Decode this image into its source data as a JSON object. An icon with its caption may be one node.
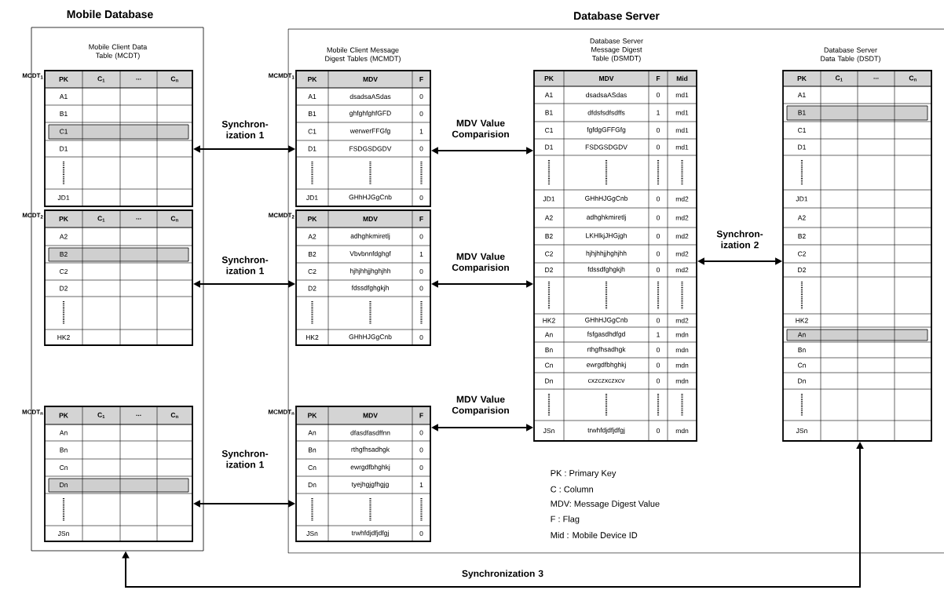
{
  "diagram": {
    "nodes": [
      {
        "text": [
          "Mobile Database"
        ]
      },
      {
        "text": [
          "Mobile Client Data Table (MCDT)",
          "PK",
          "C$_{1}$",
          "...",
          "C$_{n}$",
          "A1",
          "B1",
          "C1",
          "D1",
          "JD1"
        ],
        "beside": [
          "MCDT$_{1}$"
        ],
        "in": 0
      },
      {
        "text": [
          "PK",
          "C$_{1}$",
          "...",
          "C$_{n}$",
          "A2",
          "B2",
          "C2",
          "D2",
          "HK2"
        ],
        "beside": [
          "MCDT$_{2}$"
        ],
        "in": 0
      },
      {
        "text": [
          "PK",
          "C$_{1}$",
          "...",
          "C$_{n}$",
          "An",
          "Bn",
          "Cn",
          "Dn",
          "JSn"
        ],
        "beside": [
          "MCDT$_{n}$"
        ],
        "in": 0
      },
      {
        "text": [
          "Database Server"
        ]
      },
      {
        "text": [
          "Mobile Client Message Digest Tables (MCMDT)",
          "PK",
          "MDV",
          "F",
          "A1",
          "dsadsaASdas",
          "0",
          "B1",
          "ghfghfghfGFD",
          "0",
          "C1",
          "werwerFFGfg",
          "1",
          "D1",
          "FSDGSDGDV",
          "0",
          "JD1",
          "GHhHJGgCnb",
          "0"
        ],
        "beside": [
          "MCMDT$_{1}$"
        ],
        "in": 4
      },
      {
        "text": [
          "PK",
          "MDV",
          "F",
          "A2",
          "adhghkmiretlj",
          "0",
          "B2",
          "Vbvbnnfdghgf",
          "1",
          "C2",
          "hjhjhhjjhghjhh",
          "0",
          "D2",
          "fdssdfghgkjh",
          "0",
          "HK2",
          "GHhHJGgCnb",
          "0"
        ],
        "beside": [
          "MCMDT$_{2}$"
        ],
        "in": 4
      },
      {
        "text": [
          "PK",
          "MDV",
          "F",
          "An",
          "dfasdfasdffnn",
          "0",
          "Bn",
          "rthgfhsadhgk",
          "0",
          "Cn",
          "ewrgdfbhghkj",
          "0",
          "Dn",
          "tyejhgjgfhgjg",
          "1",
          "JSn",
          "trwhfdjdfjdfgj",
          "0"
        ],
        "beside": [
          "MCMDT$_{n}$"
        ],
        "in": 4
      },
      {
        "text": [
          "Database Server Message Digest Table (DSMDT)",
          "PK",
          "MDV",
          "F",
          "Mid",
          "A1",
          "dsadsaASdas",
          "0",
          "md1",
          "B1",
          "dfdsfsdfsdffs",
          "1",
          "md1",
          "C1",
          "fgfdgGFFGfg",
          "0",
          "md1",
          "D1",
          "FSDGSDGDV",
          "0",
          "md1",
          "JD1",
          "GHhHJGgCnb",
          "0",
          "md2",
          "A2",
          "adhghkmiretlj",
          "0",
          "md2",
          "B2",
          "LKHlkjJHGjgh",
          "0",
          "md2",
          "C2",
          "hjhjhhjjhghjhh",
          "0",
          "md2",
          "D2",
          "fdssdfghgkjh",
          "0",
          "md2",
          "HK2",
          "GHhHJGgCnb",
          "0",
          "md2",
          "An",
          "fsfgasdhdfgd",
          "1",
          "mdn",
          "Bn",
          "rthgfhsadhgk",
          "0",
          "mdn",
          "Cn",
          "ewrgdfbhghkj",
          "0",
          "mdn",
          "Dn",
          "cxzczxczxcv",
          "0",
          "mdn",
          "JSn",
          "trwhfdjdfjdfgj",
          "0",
          "mdn"
        ],
        "in": 4
      },
      {
        "text": [
          "Database Server Data Table (DSDT)",
          "PK",
          "C$_{1}$",
          "...",
          "C$_{n}$",
          "A1",
          "B1",
          "C1",
          "D1",
          "JD1",
          "A2",
          "B2",
          "C2",
          "D2",
          "HK2",
          "An",
          "Bn",
          "Cn",
          "Dn",
          "JSn"
        ],
        "in": 4
      }
    ],
    "edges": [
      {
        "from": 1,
        "to": 5,
        "arrow": "both",
        "label": "Synchron- ization 1"
      },
      {
        "from": 2,
        "to": 6,
        "arrow": "both",
        "label": "Synchron- ization 1"
      },
      {
        "from": 3,
        "to": 7,
        "arrow": "both",
        "label": "Synchron- ization 1"
      },
      {
        "from": 5,
        "to": 8,
        "arrow": "both",
        "label": "MDV Value Comparision"
      },
      {
        "from": 6,
        "to": 8,
        "arrow": "both",
        "label": "MDV Value Comparision"
      },
      {
        "from": 7,
        "to": 8,
        "arrow": "both",
        "label": "MDV Value Comparision"
      },
      {
        "from": 8,
        "to": 9,
        "arrow": "both",
        "label": "Synchron- ization 2"
      },
      {
        "from": 9,
        "to": 0,
        "arrow": "both",
        "label": "Synchronization 3"
      }
    ],
    "labels": [
      "PK : Primary Key",
      "C : Column",
      "MDV: Message Digest Value",
      "F : Flag",
      "Mid : Mobile Device ID"
    ]
  }
}
